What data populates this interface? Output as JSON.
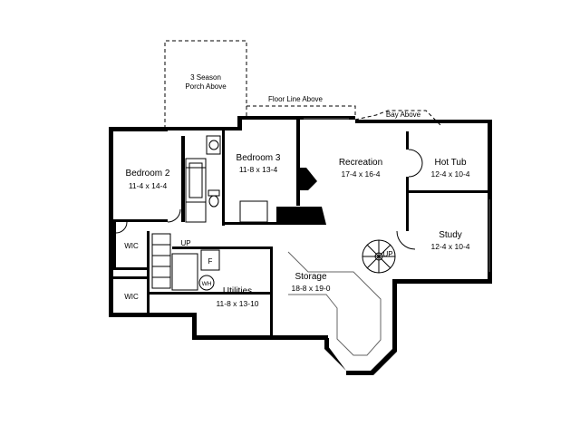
{
  "rooms": [
    {
      "id": "bedroom2",
      "name": "Bedroom 2",
      "dims": "11-4 x 14-4"
    },
    {
      "id": "bedroom3",
      "name": "Bedroom 3",
      "dims": "11-8 x 13-4"
    },
    {
      "id": "recreation",
      "name": "Recreation",
      "dims": "17-4 x 16-4"
    },
    {
      "id": "hottub",
      "name": "Hot Tub",
      "dims": "12-4 x 10-4"
    },
    {
      "id": "study",
      "name": "Study",
      "dims": "12-4 x 10-4"
    },
    {
      "id": "storage",
      "name": "Storage",
      "dims": "18-8 x 19-0"
    },
    {
      "id": "utilities",
      "name": "Utilities",
      "dims": "11-8 x 13-10"
    }
  ],
  "porch": {
    "line1": "3 Season",
    "line2": "Porch Above"
  },
  "floor_line": "Floor Line Above",
  "bay": "Bay Above",
  "closets": [
    "WIC",
    "WIC"
  ],
  "fireplace": "FP",
  "up_labels": [
    "UP",
    "UP"
  ],
  "furnace": "F",
  "water_heater": "WH"
}
